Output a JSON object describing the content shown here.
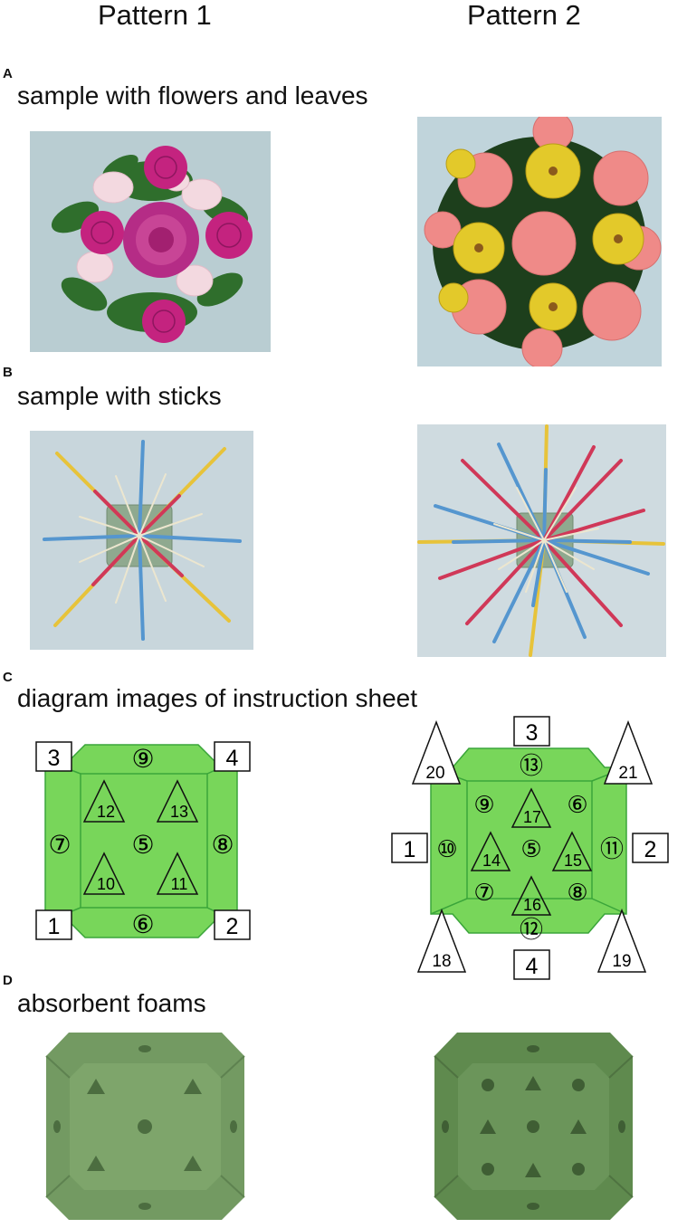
{
  "columns": [
    "Pattern 1",
    "Pattern 2"
  ],
  "panels": {
    "A": {
      "letter": "A",
      "caption": "sample with flowers and leaves"
    },
    "B": {
      "letter": "B",
      "caption": "sample with sticks"
    },
    "C": {
      "letter": "C",
      "caption": "diagram images of instruction sheet"
    },
    "D": {
      "letter": "D",
      "caption": "absorbent foams"
    }
  },
  "diagram1": {
    "corners": [
      "3",
      "4",
      "1",
      "2"
    ],
    "circles": [
      "⑨",
      "⑦",
      "⑤",
      "⑧",
      "⑥"
    ],
    "triangles": [
      "12",
      "13",
      "10",
      "11"
    ]
  },
  "diagram2": {
    "boxes": [
      "3",
      "1",
      "2",
      "4"
    ],
    "corner_triangles": [
      "20",
      "21",
      "18",
      "19"
    ],
    "circles": [
      "⑬",
      "⑨",
      "⑥",
      "⑩",
      "⑤",
      "⑪",
      "⑦",
      "⑧",
      "⑫"
    ],
    "triangles": [
      "17",
      "14",
      "15",
      "16"
    ]
  },
  "colors": {
    "foam_green": "#78d65a",
    "foam_edge": "#3aa53a",
    "photo_bg_a": "#b9cdd2",
    "rose_magenta": "#c4237f",
    "carnation_pink": "#ef8a88",
    "chrysanthemum_yellow": "#e3c92a",
    "stick_blue": "#5596cf",
    "stick_red": "#d03858",
    "stick_yellow": "#e7c33a",
    "sponge_green": "#6f9a5d"
  }
}
